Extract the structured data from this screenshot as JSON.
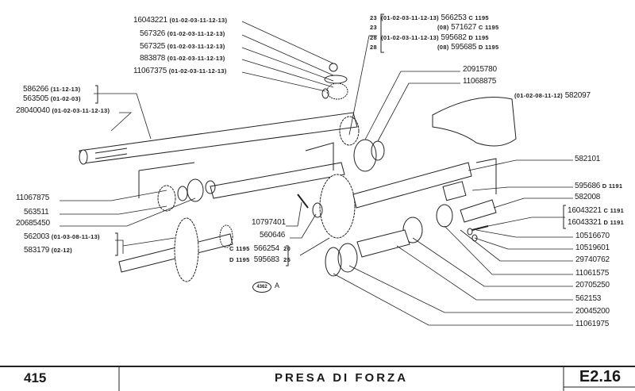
{
  "top_left_parts": [
    {
      "part": "16043221",
      "apps": "(01-02-03-11-12-13)"
    },
    {
      "part": "567326",
      "apps": "(01-02-03-11-12-13)"
    },
    {
      "part": "567325",
      "apps": "(01-02-03-11-12-13)"
    },
    {
      "part": "883878",
      "apps": "(01-02-03-11-12-13)"
    },
    {
      "part": "11067375",
      "apps": "(01-02-03-11-12-13)"
    }
  ],
  "shaft_parts": [
    {
      "part": "586266",
      "apps": "(11-12-13)"
    },
    {
      "part": "563505",
      "apps": "(01-02-03)"
    },
    {
      "part": "28040040",
      "apps": "(01-02-03-11-12-13)"
    }
  ],
  "top_right_bracket": [
    {
      "qty": "23",
      "apps": "(01-02-03-11-12-13)",
      "part": "566253",
      "variant": "C 1195"
    },
    {
      "qty": "23",
      "apps": "(08)",
      "part": "571627",
      "variant": "C 1195"
    },
    {
      "qty": "28",
      "apps": "(01-02-03-11-12-13)",
      "part": "595682",
      "variant": "D 1195"
    },
    {
      "qty": "28",
      "apps": "(08)",
      "part": "595685",
      "variant": "D 1195"
    }
  ],
  "upper_right_parts": [
    "20915780",
    "11068875"
  ],
  "cover_part": {
    "apps": "(01-02-08-11-12)",
    "part": "582097"
  },
  "right_column": [
    {
      "part": "582101",
      "variant": ""
    },
    {
      "part": "595686",
      "variant": "D 1191"
    },
    {
      "part": "582008",
      "variant": ""
    },
    {
      "part": "16043221",
      "variant": "C 1191"
    },
    {
      "part": "16043321",
      "variant": "D 1191"
    },
    {
      "part": "10516670",
      "variant": ""
    },
    {
      "part": "10519601",
      "variant": ""
    },
    {
      "part": "29740762",
      "variant": ""
    },
    {
      "part": "11061575",
      "variant": ""
    },
    {
      "part": "20705250",
      "variant": ""
    },
    {
      "part": "562153",
      "variant": ""
    },
    {
      "part": "20045200",
      "variant": ""
    },
    {
      "part": "11061975",
      "variant": ""
    }
  ],
  "left_column": [
    {
      "part": "11067875",
      "apps": ""
    },
    {
      "part": "563511",
      "apps": ""
    },
    {
      "part": "20685450",
      "apps": ""
    },
    {
      "part": "562003",
      "apps": "(01-03-08-11-13)"
    },
    {
      "part": "583179",
      "apps": "(02-12)"
    }
  ],
  "middle_parts": [
    {
      "part": "10797401"
    },
    {
      "part": "560646"
    }
  ],
  "gear_bracket": [
    {
      "variant": "C 1195",
      "part": "566254",
      "teeth": "20"
    },
    {
      "variant": "D 1195",
      "part": "595683",
      "teeth": "25"
    }
  ],
  "figure_ref": {
    "code": "4362",
    "letter": "A"
  },
  "footer": {
    "page": "415",
    "title": "PRESA DI FORZA",
    "code": "E2.16"
  }
}
